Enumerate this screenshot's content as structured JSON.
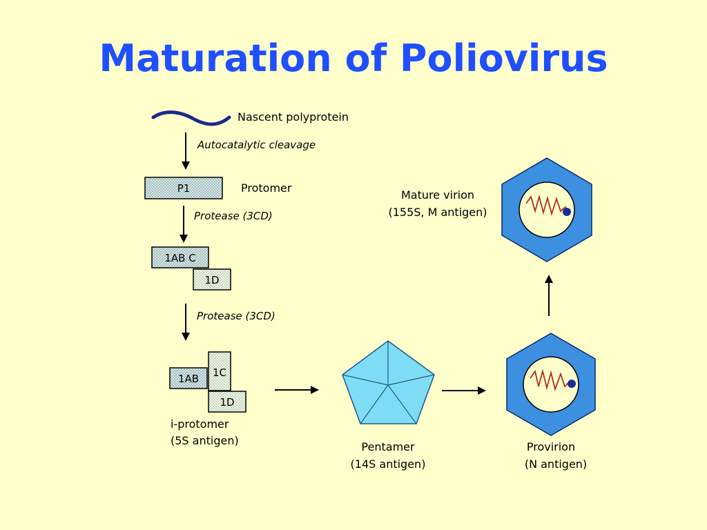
{
  "title": "Maturation of Poliovirus",
  "labels": {
    "nascent": "Nascent polyprotein",
    "autocatalytic": "Autocatalytic cleavage",
    "p1": "P1",
    "protomer": "Protomer",
    "protease1": "Protease  (3CD)",
    "ab_c": "1AB C",
    "d1": "1D",
    "protease2": "Protease  (3CD)",
    "iprot_ab": "1AB",
    "iprot_c": "1C",
    "iprot_d": "1D",
    "iprotomer_name": "i-protomer",
    "iprotomer_sub": "(5S antigen)",
    "pentamer_name": "Pentamer",
    "pentamer_sub": "(14S antigen)",
    "provirion_name": "Provirion",
    "provirion_sub": "(N antigen)",
    "mature_name": "Mature virion",
    "mature_sub": "(155S, M antigen)"
  },
  "colors": {
    "background": "#ffffcc",
    "title": "#1f4fff",
    "capsid": "#3d8fe0",
    "pentamer": "#7fdcf5",
    "polyprotein": "#1a2a8a",
    "rna": "#b03020",
    "protein_box": "#b8d2d2"
  }
}
